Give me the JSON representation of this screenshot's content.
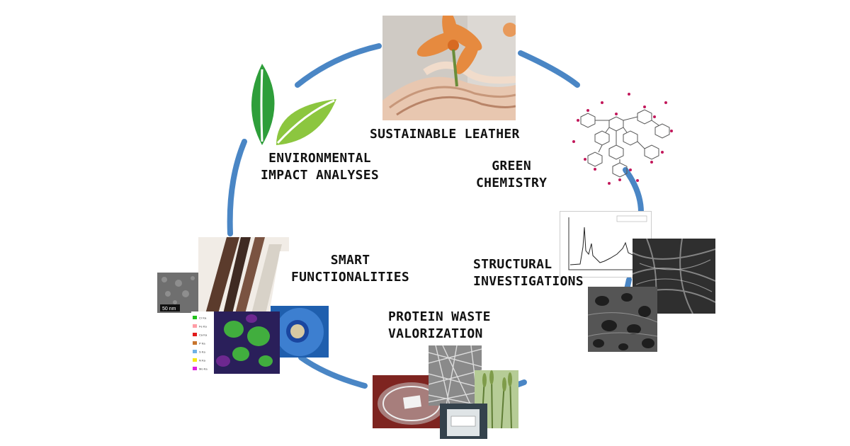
{
  "labels": {
    "sustainable_leather": "SUSTAINABLE LEATHER",
    "green_chemistry": [
      "GREEN",
      "CHEMISTRY"
    ],
    "structural_investigations": [
      "STRUCTURAL",
      "INVESTIGATIONS"
    ],
    "protein_waste_valorization": [
      "PROTEIN WASTE",
      "VALORIZATION"
    ],
    "smart_functionalities": [
      "SMART",
      "FUNCTIONALITIES"
    ],
    "environmental_impact_analyses": [
      "ENVIRONMENTAL",
      "IMPACT ANALYSES"
    ]
  },
  "micrograph_scale_text": "50 nm",
  "edx_legend": [
    "Cr Ka",
    "Fe Ka",
    "Ca Ka",
    "P Ka",
    "S Ka",
    "N Ka",
    "Mo Ka"
  ],
  "colors": {
    "circle": "#4a86c5",
    "leaf_dark": "#2e9e3a",
    "leaf_light": "#8cc63f",
    "molecule": "#c2185b"
  }
}
